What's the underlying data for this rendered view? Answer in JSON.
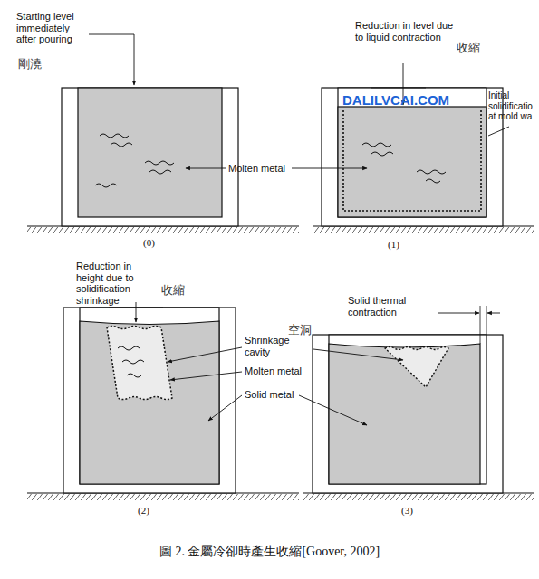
{
  "diagram": {
    "caption": "圖 2. 金屬冷卻時產生收縮[Goover, 2002]",
    "labels": [
      "Starting level immediately after pouring",
      "剛澆",
      "Molten metal",
      "(0)",
      "Reduction in level due to liquid contraction",
      "收縮",
      "DALILVCAI.COM",
      "Initial solidificatio at mold wa",
      "(1)",
      "Reduction in height due to solidification shrinkage",
      "收縮",
      "Shrinkage cavity",
      "空洞",
      "Molten metal",
      "Solid metal",
      "(2)",
      "Solid thermal contraction",
      "(3)"
    ]
  }
}
